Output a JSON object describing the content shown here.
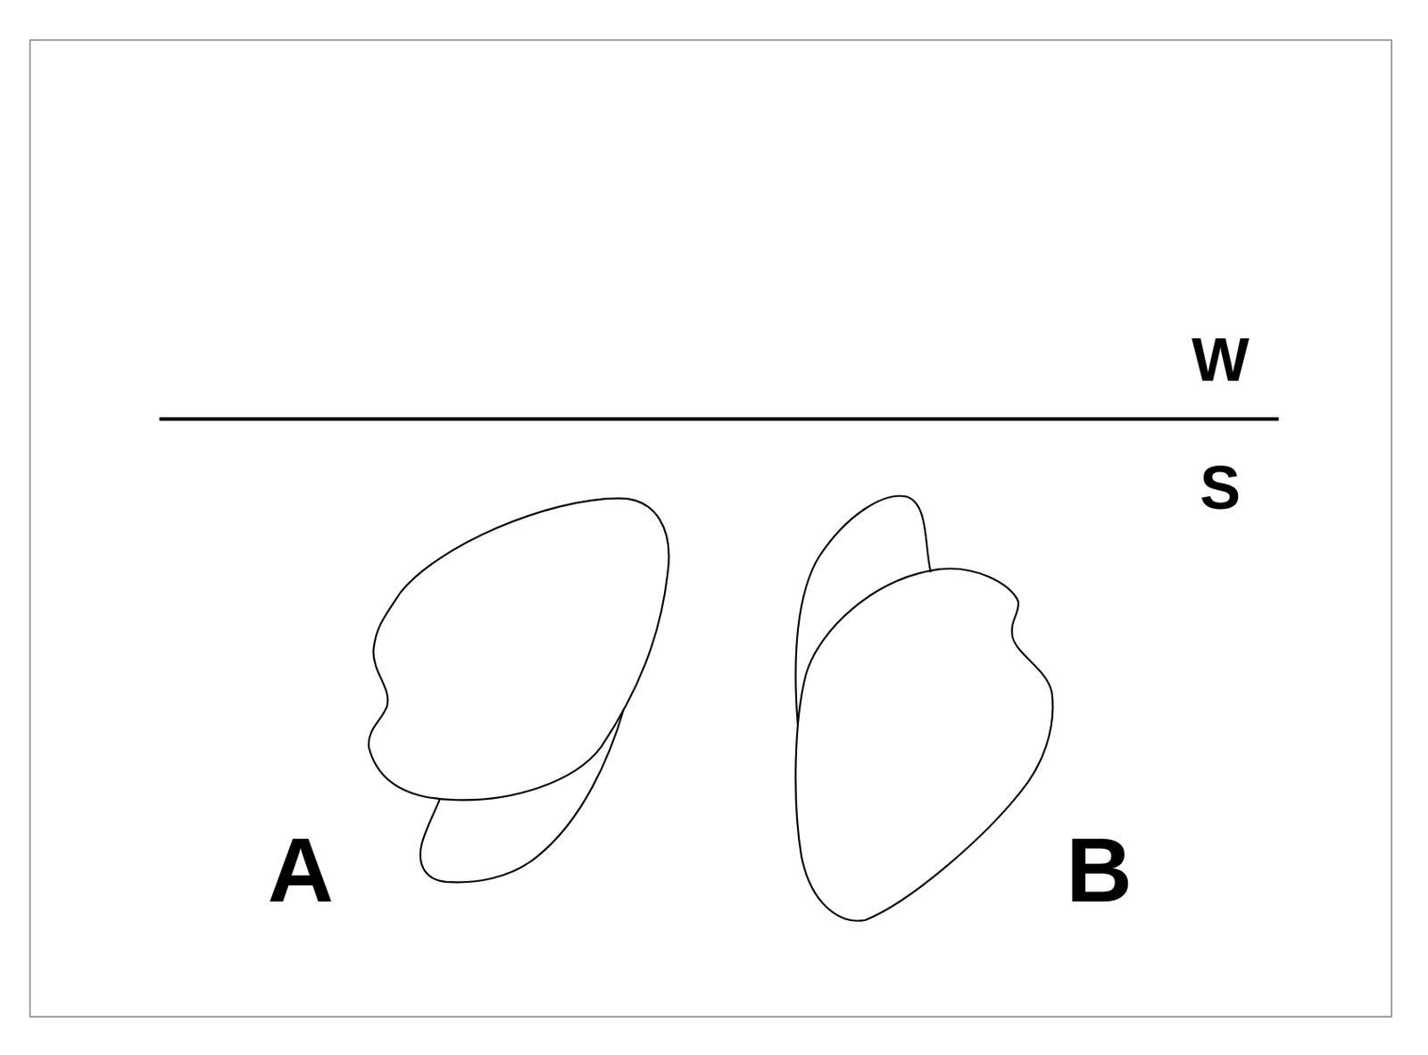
{
  "diagram": {
    "labels": [
      "W",
      "S",
      "A",
      "B"
    ]
  }
}
